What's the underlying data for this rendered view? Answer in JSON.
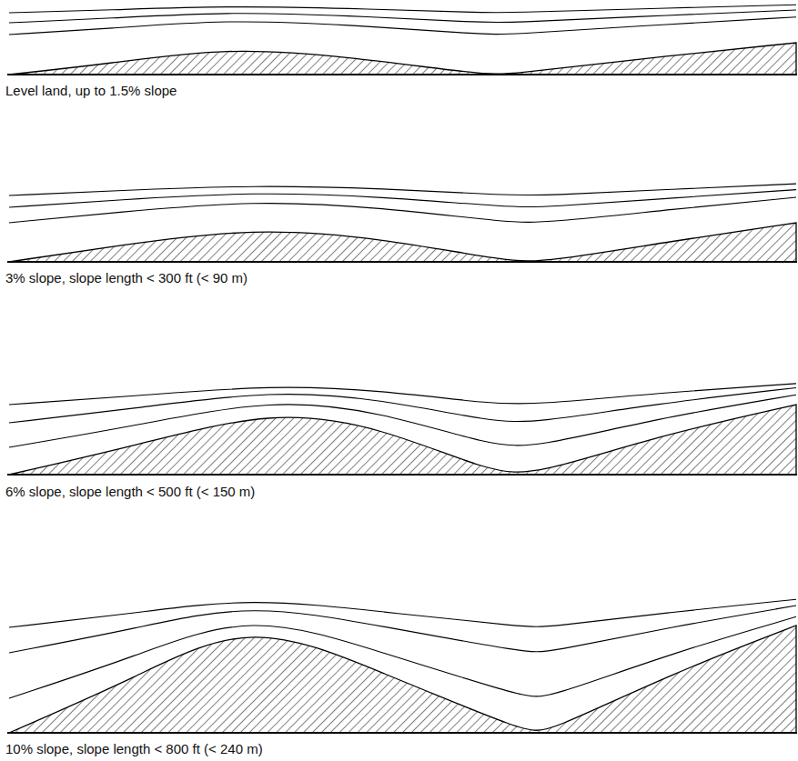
{
  "diagram": {
    "labels": [
      "Level land, up to 1.5% slope",
      "3% slope, slope length < 300 ft (< 90 m)",
      "6% slope, slope length < 500 ft (< 150 m)",
      "10% slope, slope length < 800 ft (< 240 m)"
    ]
  }
}
